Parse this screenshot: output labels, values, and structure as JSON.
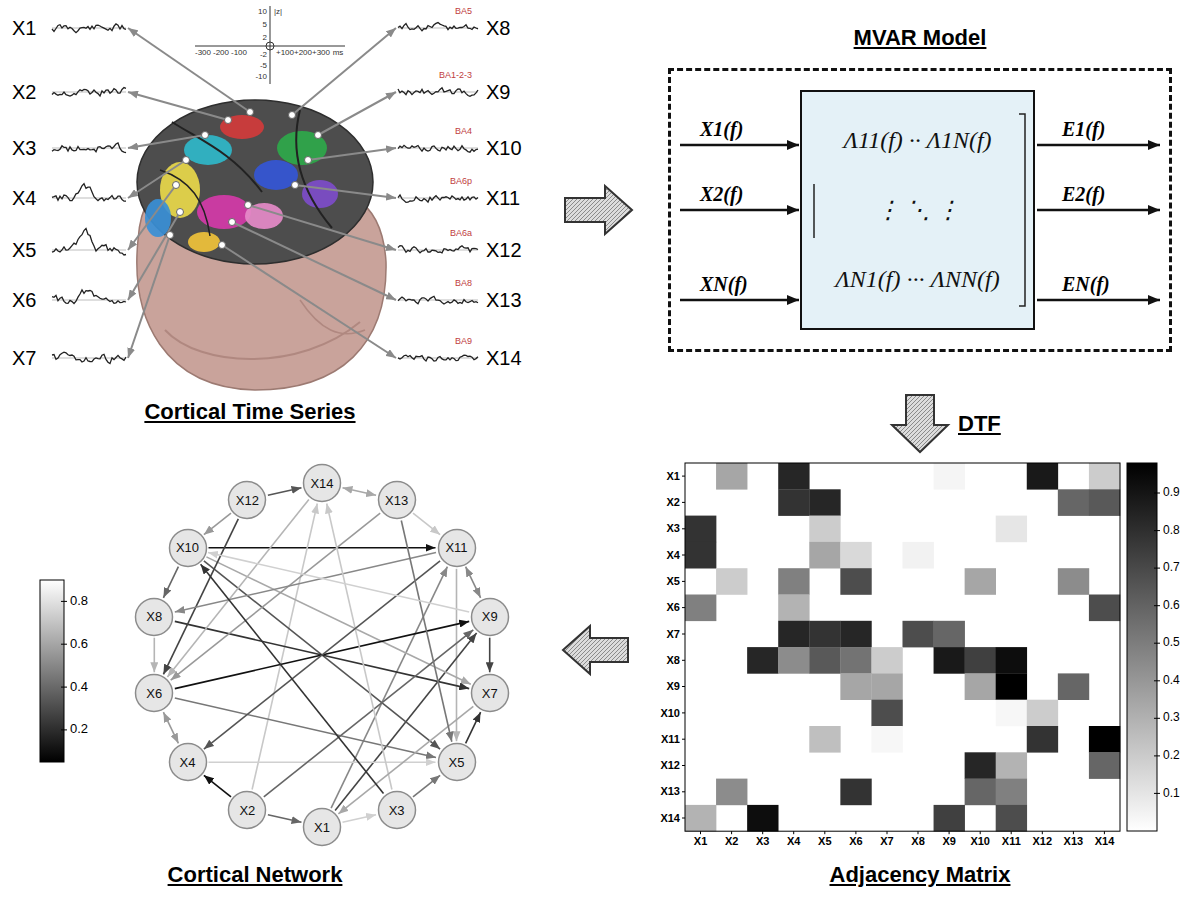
{
  "diagram": {
    "nodes": [
      {
        "text": [
          "MVAR Model"
        ]
      },
      {
        "text": [
          "Λ11(f) ·· Λ1N(f)",
          "⋮ ⋱ ⋮",
          "ΛN1(f) ··· ΛNN(f)"
        ],
        "in": 0
      },
      {
        "text": [
          "X1"
        ]
      },
      {
        "text": [
          "X2"
        ]
      },
      {
        "text": [
          "X3"
        ]
      },
      {
        "text": [
          "X4"
        ]
      },
      {
        "text": [
          "X5"
        ]
      },
      {
        "text": [
          "X6"
        ]
      },
      {
        "text": [
          "X7"
        ]
      },
      {
        "text": [
          "X8"
        ]
      },
      {
        "text": [
          "X9"
        ]
      },
      {
        "text": [
          "X10"
        ]
      },
      {
        "text": [
          "X11"
        ]
      },
      {
        "text": [
          "X12"
        ]
      },
      {
        "text": [
          "X13"
        ]
      },
      {
        "text": [
          "X14"
        ]
      }
    ],
    "edges": [
      {
        "from": 11,
        "to": 12,
        "arrow": "to"
      },
      {
        "from": 3,
        "to": 2,
        "arrow": "to"
      },
      {
        "from": 7,
        "to": 5,
        "arrow": "both"
      },
      {
        "from": 9,
        "to": 7,
        "arrow": "to"
      },
      {
        "from": 10,
        "to": 8,
        "arrow": "to"
      },
      {
        "from": 12,
        "to": 10,
        "arrow": "both"
      },
      {
        "from": 14,
        "to": 12,
        "arrow": "to"
      },
      {
        "from": 13,
        "to": 15,
        "arrow": "to"
      },
      {
        "from": 15,
        "to": 14,
        "arrow": "both"
      },
      {
        "from": 6,
        "to": 8,
        "arrow": "to"
      },
      {
        "from": 4,
        "to": 6,
        "arrow": "to"
      },
      {
        "from": 2,
        "to": 4,
        "arrow": "to"
      },
      {
        "from": 3,
        "to": 5,
        "arrow": "to"
      },
      {
        "from": 11,
        "to": 9,
        "arrow": "to"
      },
      {
        "from": 13,
        "to": 11,
        "arrow": "to"
      },
      {
        "from": 12,
        "to": 6,
        "arrow": "to"
      },
      {
        "from": 2,
        "to": 10,
        "arrow": "to"
      },
      {
        "from": 2,
        "to": 12,
        "arrow": "to"
      },
      {
        "from": 3,
        "to": 15,
        "arrow": "to"
      },
      {
        "from": 11,
        "to": 6,
        "arrow": "to"
      },
      {
        "from": 11,
        "to": 8,
        "arrow": "to"
      },
      {
        "from": 9,
        "to": 8,
        "arrow": "to"
      },
      {
        "from": 7,
        "to": 6,
        "arrow": "to"
      },
      {
        "from": 5,
        "to": 6,
        "arrow": "to"
      },
      {
        "from": 7,
        "to": 10,
        "arrow": "to"
      },
      {
        "from": 3,
        "to": 10,
        "arrow": "to"
      },
      {
        "from": 14,
        "to": 7,
        "arrow": "to"
      },
      {
        "from": 15,
        "to": 7,
        "arrow": "to"
      },
      {
        "from": 13,
        "to": 7,
        "arrow": "to"
      },
      {
        "from": 12,
        "to": 9,
        "arrow": "to"
      },
      {
        "from": 4,
        "to": 15,
        "arrow": "to"
      },
      {
        "from": 12,
        "to": 5,
        "arrow": "to"
      },
      {
        "from": 8,
        "to": 2,
        "arrow": "to"
      },
      {
        "from": 4,
        "to": 11,
        "arrow": "to"
      },
      {
        "from": 14,
        "to": 6,
        "arrow": "to"
      },
      {
        "from": 10,
        "to": 11,
        "arrow": "to"
      }
    ],
    "labels": [
      "X1",
      "X2",
      "X3",
      "X4",
      "X5",
      "X6",
      "X7",
      "X8",
      "X9",
      "X10",
      "X11",
      "X12",
      "X13",
      "X14",
      "|z|",
      "10",
      "5",
      "2",
      "-2",
      "-5",
      "-10",
      "-300",
      "-200",
      "-100",
      "+100",
      "+200",
      "+300",
      "ms",
      "BA5",
      "BA1-2-3",
      "BA4",
      "BA6p",
      "BA6a",
      "BA8",
      "BA9",
      "Cortical Time Series",
      "X1(f)",
      "X2(f)",
      "XN(f)",
      "E1(f)",
      "E2(f)",
      "EN(f)",
      "DTF",
      "X1",
      "X2",
      "X3",
      "X4",
      "X5",
      "X6",
      "X7",
      "X8",
      "X9",
      "X10",
      "X11",
      "X12",
      "X13",
      "X14",
      "X1",
      "X2",
      "X3",
      "X4",
      "X5",
      "X6",
      "X7",
      "X8",
      "X9",
      "X10",
      "X11",
      "X12",
      "X13",
      "X14",
      "0.9",
      "0.8",
      "0.7",
      "0.6",
      "0.5",
      "0.4",
      "0.3",
      "0.2",
      "0.1",
      "Adjacency Matrix",
      "0.8",
      "0.6",
      "0.4",
      "0.2",
      "Cortical Network"
    ]
  }
}
